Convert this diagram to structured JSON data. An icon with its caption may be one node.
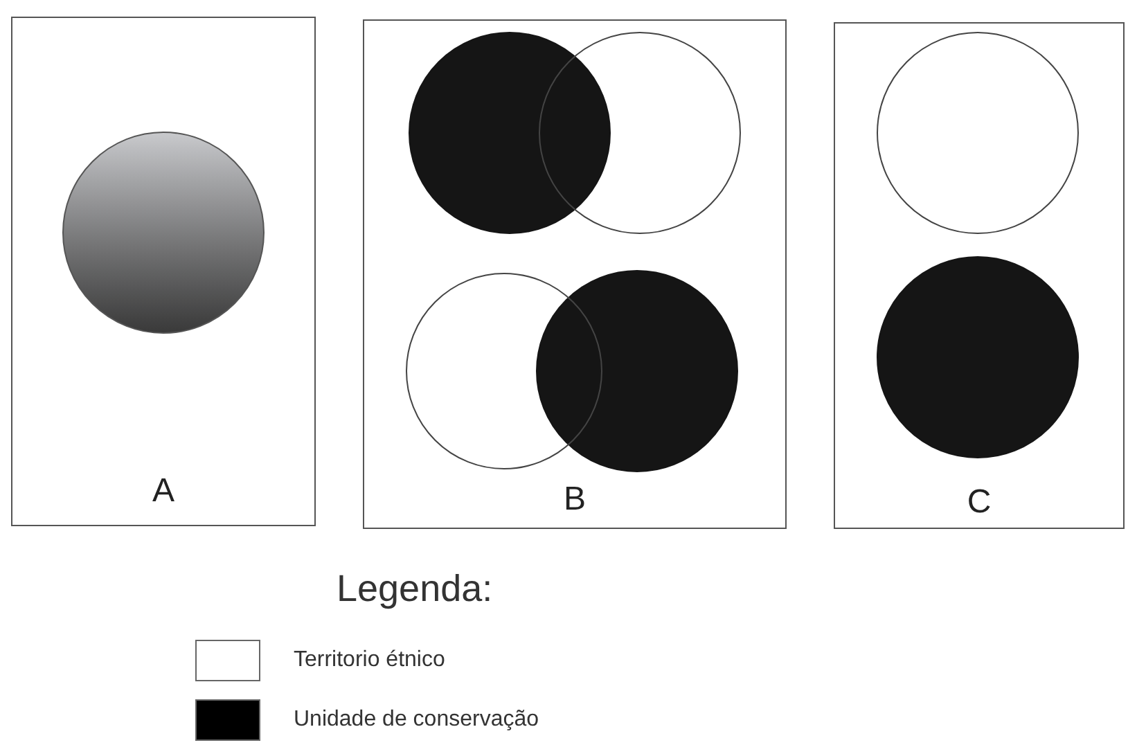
{
  "diagram": {
    "nodes": [
      {
        "text": [
          "A"
        ]
      },
      {
        "text": [],
        "shape": "circle",
        "in": 0
      },
      {
        "text": [
          "B"
        ]
      },
      {
        "text": [],
        "shape": "circle",
        "in": 2
      },
      {
        "text": [],
        "shape": "circle",
        "in": 2
      },
      {
        "text": [],
        "shape": "circle",
        "in": 2
      },
      {
        "text": [],
        "shape": "circle",
        "in": 2
      },
      {
        "text": [
          "C"
        ]
      },
      {
        "text": [],
        "shape": "circle",
        "in": 7
      },
      {
        "text": [],
        "shape": "circle",
        "in": 7
      }
    ],
    "labels": [
      "Legenda:"
    ],
    "legend": [
      {
        "text": "Territorio étnico",
        "color": "#ffffff"
      },
      {
        "text": "Unidade de conservação",
        "color": "#000000"
      }
    ]
  }
}
